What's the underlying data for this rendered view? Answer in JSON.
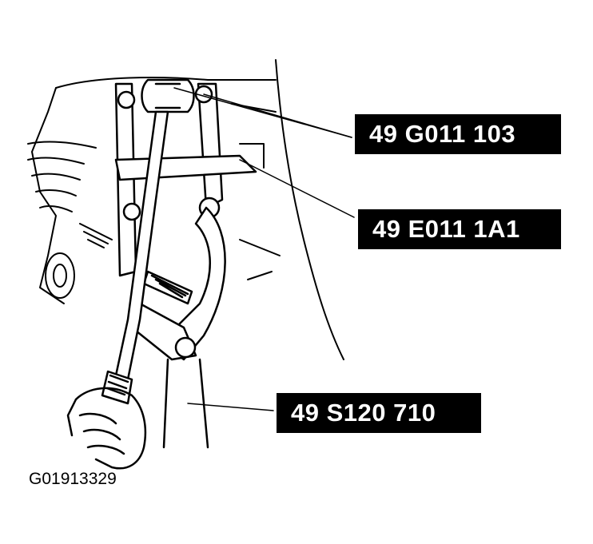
{
  "callouts": [
    {
      "label": "49 G011 103"
    },
    {
      "label": "49 E011 1A1"
    },
    {
      "label": "49 S120 710"
    }
  ],
  "figure_id": "G01913329",
  "icons": [
    "engine-block-drawing",
    "hand-icon",
    "wrench-icon",
    "puller-tool-icon"
  ],
  "colors": {
    "ink": "#000000",
    "paper": "#ffffff",
    "label_bg": "#000000",
    "label_text": "#ffffff"
  }
}
